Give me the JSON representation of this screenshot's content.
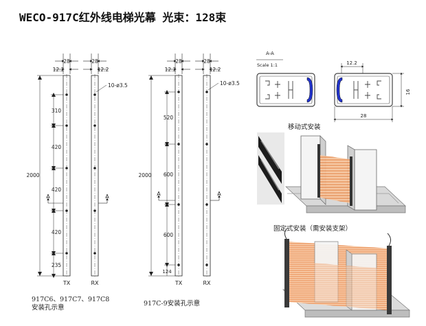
{
  "title": "WECO-917C红外线电梯光幕 光束：128束",
  "left_drawing": {
    "top_dims": [
      "28",
      "28",
      "12.2",
      "12.2"
    ],
    "hole_label": "10-ø3.5",
    "height": "2000",
    "spacings": [
      "310",
      "420",
      "420",
      "420",
      "235"
    ],
    "section_marks": [
      "A",
      "A"
    ],
    "bar_labels": [
      "TX",
      "RX"
    ],
    "caption_line1": "917C6、917C7、917C8",
    "caption_line2": "安装孔示意"
  },
  "mid_drawing": {
    "top_dims": [
      "28",
      "28",
      "12.2",
      "12.2"
    ],
    "hole_label": "10-ø3.5",
    "height": "2000",
    "spacings": [
      "520",
      "600",
      "600",
      "124"
    ],
    "section_marks": [
      "A",
      "A"
    ],
    "bar_labels": [
      "TX",
      "RX"
    ],
    "caption": "917C-9安装孔示意"
  },
  "section_view": {
    "label": "A-A",
    "scale": "Scale 1:1",
    "dims": [
      "12.2",
      "16",
      "28"
    ]
  },
  "install_labels": {
    "mobile": "移动式安装",
    "fixed": "固定式安装（需安装支架）"
  },
  "colors": {
    "beam": "#f0a060",
    "diode": "#2233cc",
    "frame": "#555555"
  }
}
